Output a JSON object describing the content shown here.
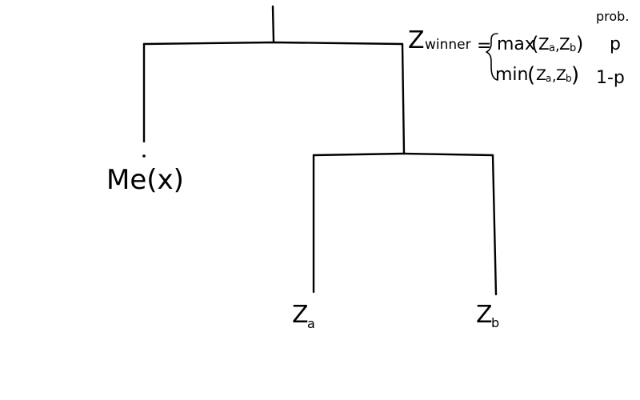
{
  "tree": {
    "leaf_left": {
      "label": "Me(x)"
    },
    "leaf_a": {
      "label": "Z",
      "subscript": "a"
    },
    "leaf_b": {
      "label": "Z",
      "subscript": "b"
    },
    "internal": {
      "label": "Z",
      "subscript": "winner"
    }
  },
  "annotation": {
    "prob_header": "prob.",
    "equals": "=",
    "cases": [
      {
        "func": "max",
        "args_open": "(",
        "a": "Z",
        "a_sub": "a",
        "sep": ",",
        "b": "Z",
        "b_sub": "b",
        "args_close": ")",
        "prob": "p"
      },
      {
        "func": "min",
        "args_open": "(",
        "a": "Z",
        "a_sub": "a",
        "sep": ",",
        "b": "Z",
        "b_sub": "b",
        "args_close": ")",
        "prob": "1-p"
      }
    ]
  }
}
